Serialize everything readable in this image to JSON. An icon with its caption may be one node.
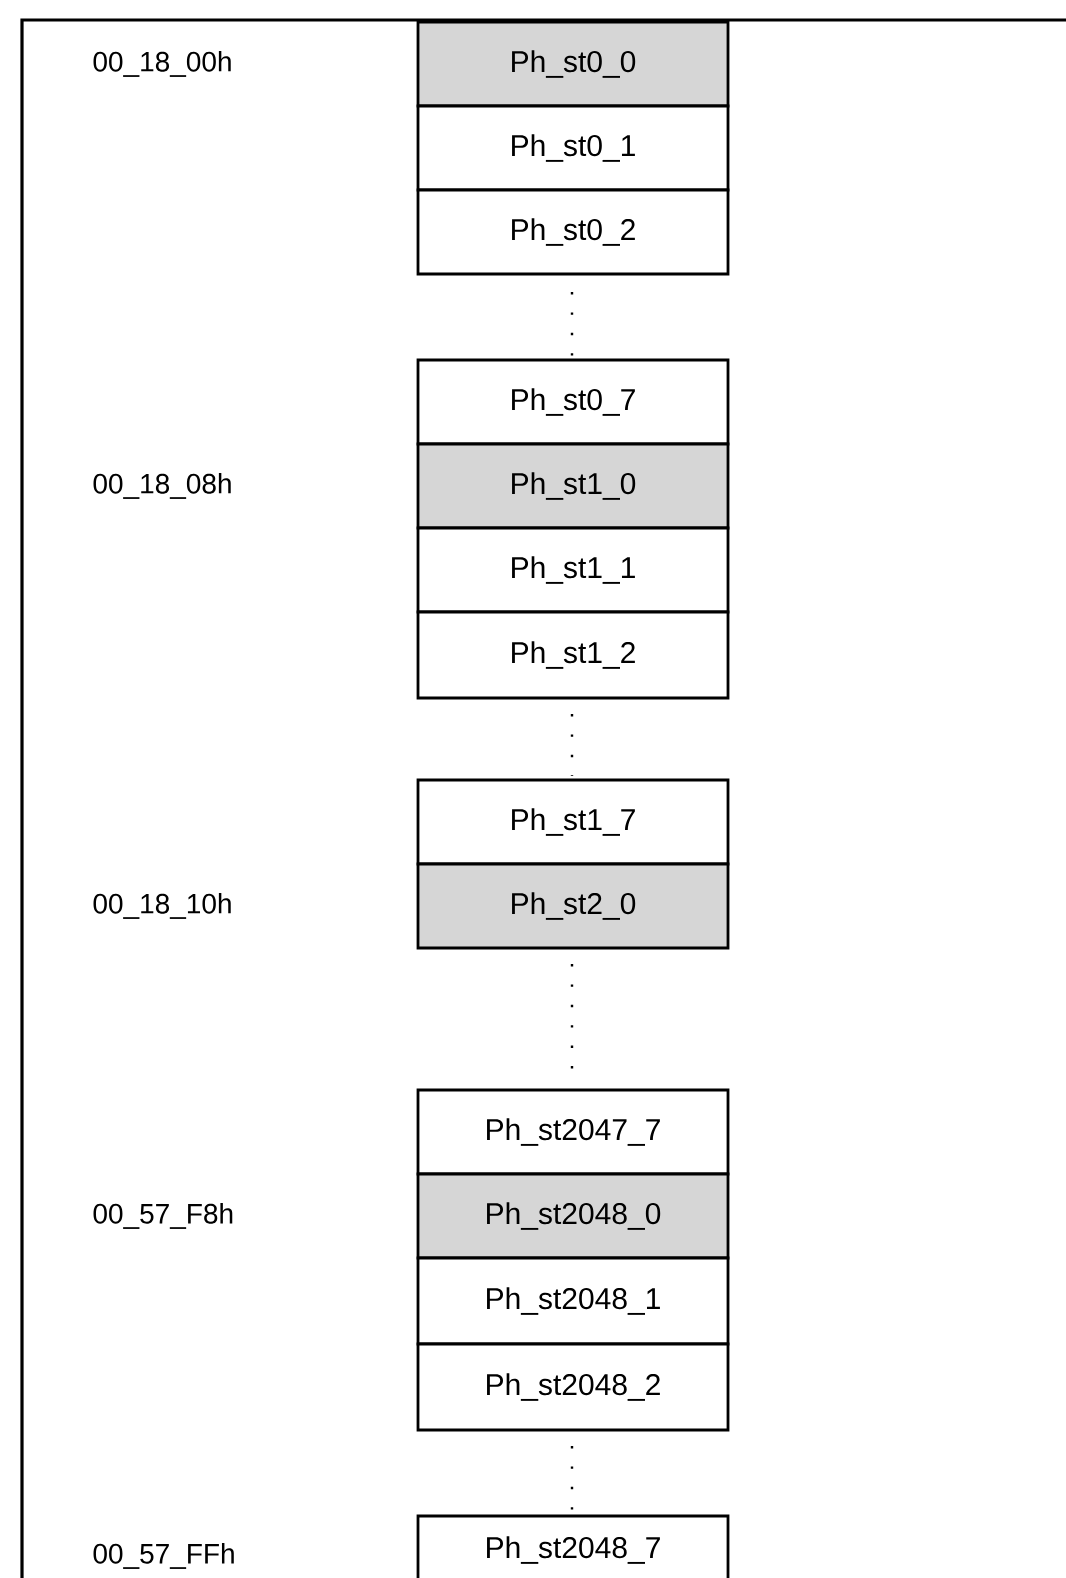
{
  "diagram": {
    "nodes": [
      {
        "text": [
          "Ph_st0_0"
        ]
      },
      {
        "text": [
          "Ph_st0_1"
        ]
      },
      {
        "text": [
          "Ph_st0_2"
        ]
      },
      {
        "text": [
          "Ph_st0_7"
        ]
      },
      {
        "text": [
          "Ph_st1_0"
        ]
      },
      {
        "text": [
          "Ph_st1_1"
        ]
      },
      {
        "text": [
          "Ph_st1_2"
        ]
      },
      {
        "text": [
          "Ph_st1_7"
        ]
      },
      {
        "text": [
          "Ph_st2_0"
        ]
      },
      {
        "text": [
          "Ph_st2047_7"
        ]
      },
      {
        "text": [
          "Ph_st2048_0"
        ]
      },
      {
        "text": [
          "Ph_st2048_1"
        ]
      },
      {
        "text": [
          "Ph_st2048_2"
        ]
      },
      {
        "text": [
          "Ph_st2048_7"
        ]
      }
    ],
    "labels": [
      "00_18_00h",
      "00_18_08h",
      "00_18_10h",
      "00_57_F8h",
      "00_57_FFh"
    ]
  }
}
